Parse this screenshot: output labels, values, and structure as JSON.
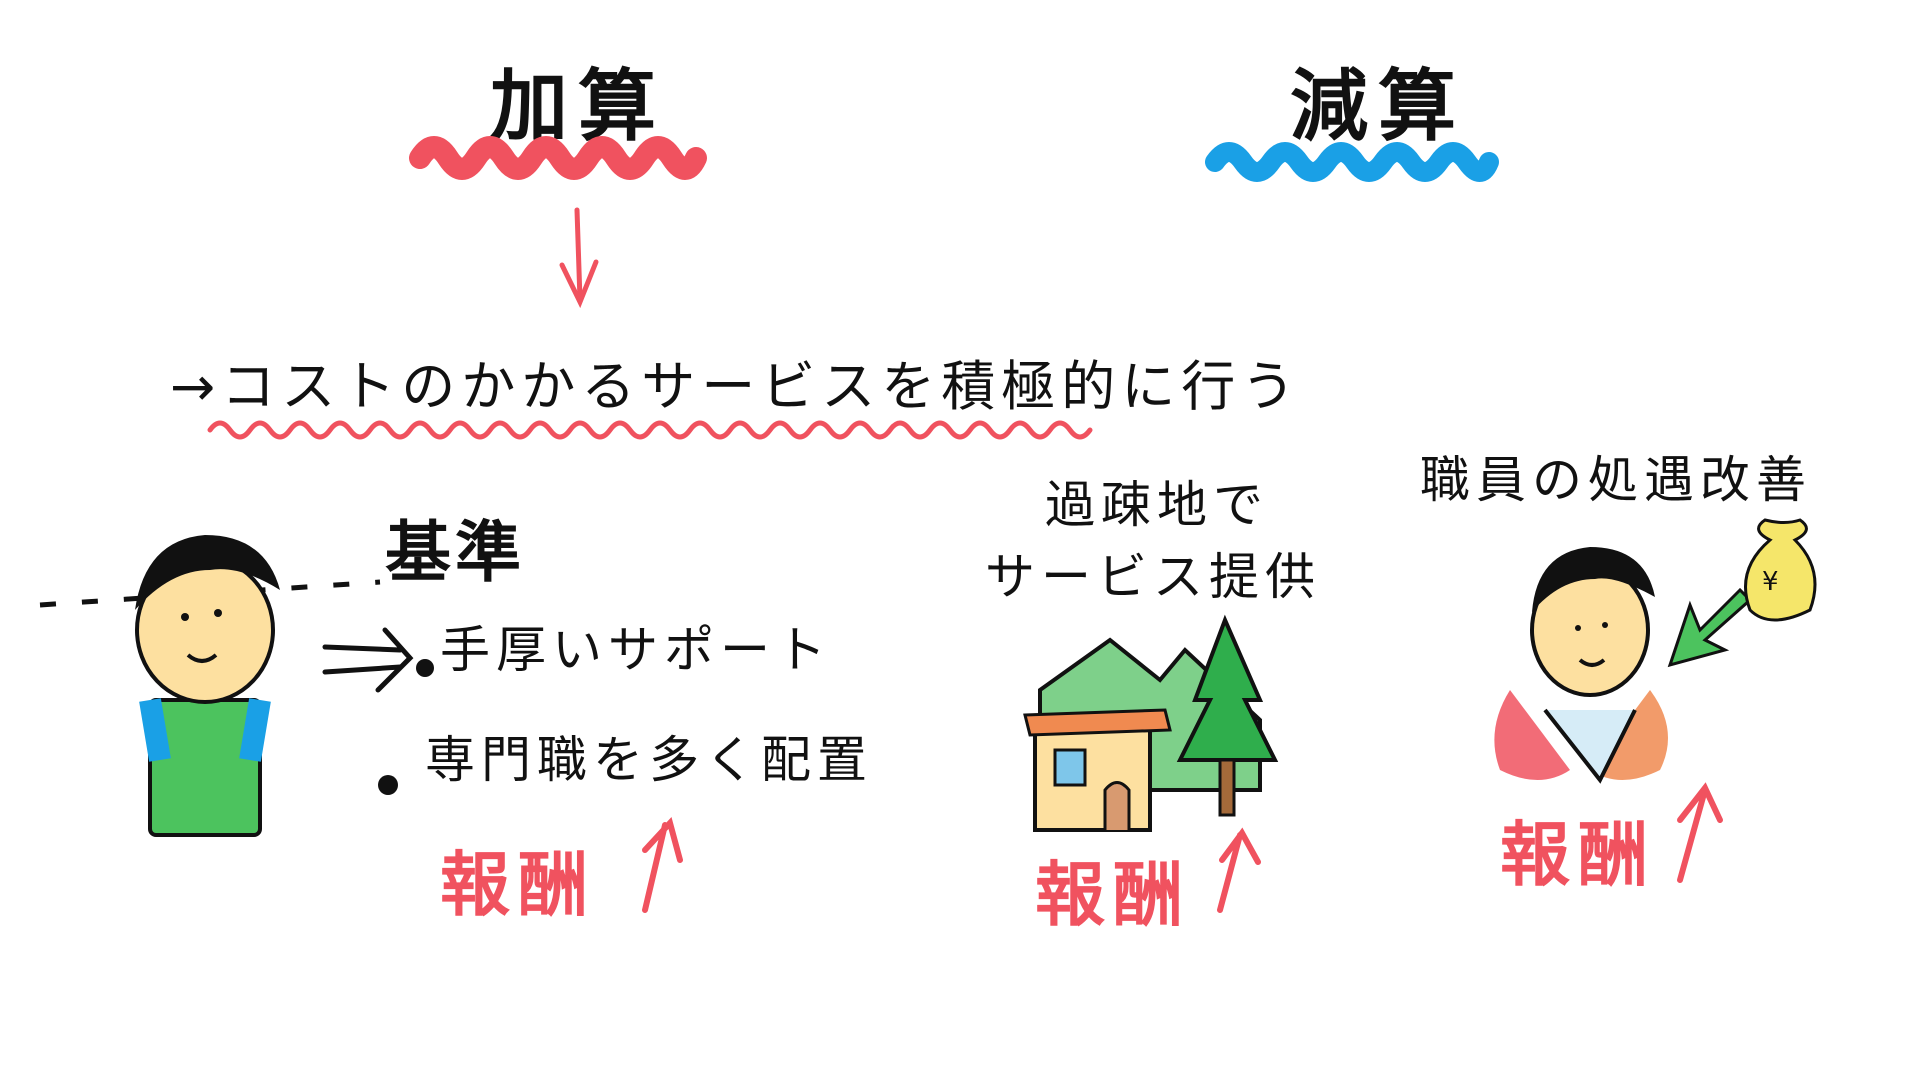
{
  "headings": {
    "addition": "加算",
    "subtraction": "減算"
  },
  "addition_desc": "→コストのかかるサービスを積極的に行う",
  "standard": {
    "label": "基準",
    "items": [
      "手厚いサポート",
      "専門職を多く配置"
    ]
  },
  "remote": {
    "line1": "過疎地で",
    "line2": "サービス提供"
  },
  "staff": {
    "label": "職員の処遇改善",
    "money_symbol": "¥"
  },
  "reward_label": "報酬",
  "colors": {
    "addition_accent": "#f0525f",
    "subtraction_accent": "#1aa0e6",
    "green": "#4cc35e",
    "skin": "#fde0a0"
  },
  "icons": [
    "person-standard-icon",
    "house-mountains-icon",
    "person-staff-icon",
    "money-bag-icon"
  ]
}
